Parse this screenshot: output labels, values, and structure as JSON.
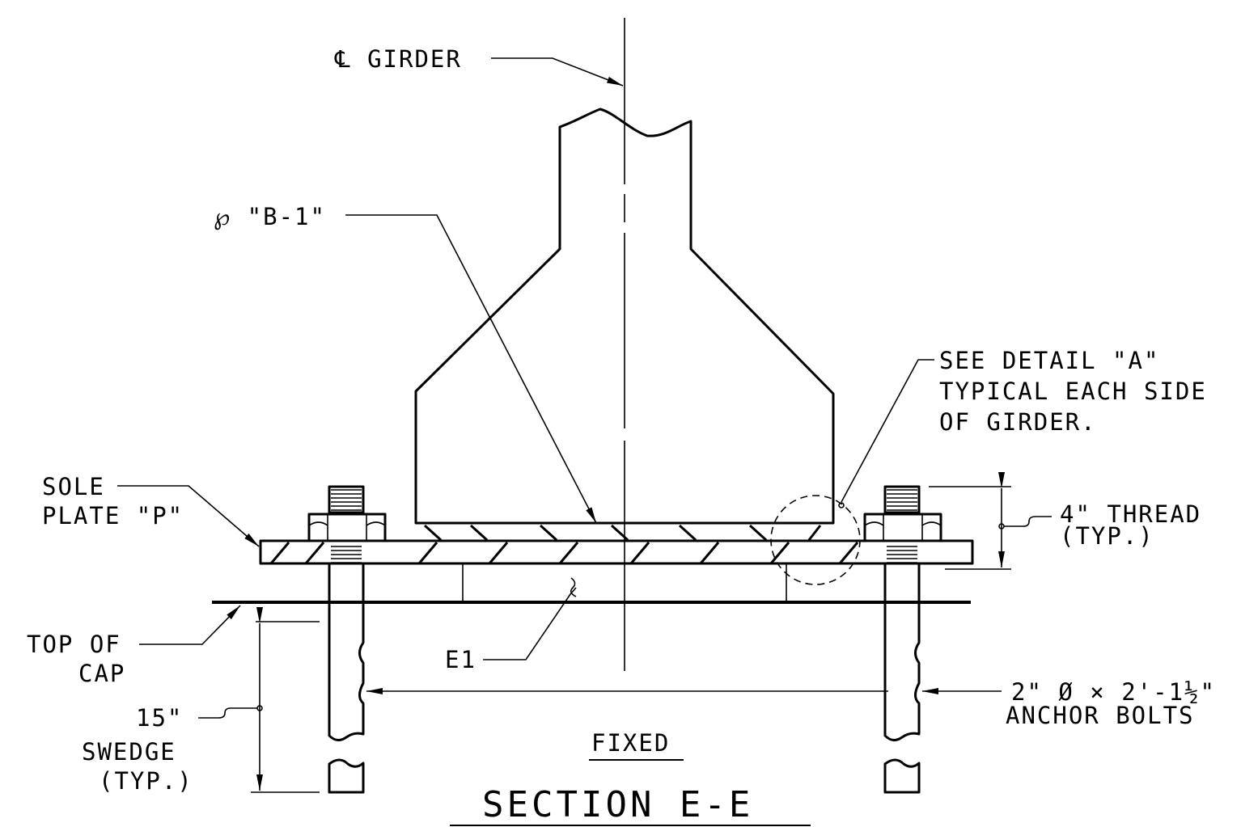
{
  "drawing": {
    "labels": {
      "cl_girder": "℄ GIRDER",
      "plate_b1": "℘ \"B-1\"",
      "detail_line1": "SEE DETAIL \"A\"",
      "detail_line2": "TYPICAL EACH SIDE",
      "detail_line3": "OF GIRDER.",
      "sole_line1": "SOLE",
      "sole_line2": "PLATE \"P\"",
      "thread_line1": "4\" THREAD",
      "thread_line2": "(TYP.)",
      "cap_line1": "TOP OF",
      "cap_line2": "CAP",
      "e1": "E1",
      "bolt_line1": "2\" Ø × 2'-1½\"",
      "bolt_line2": "ANCHOR BOLTS",
      "swedge_line1": "15\"",
      "swedge_line2": "SWEDGE",
      "swedge_line3": "(TYP.)",
      "fixed": "FIXED",
      "section_title": "SECTION E-E"
    }
  }
}
